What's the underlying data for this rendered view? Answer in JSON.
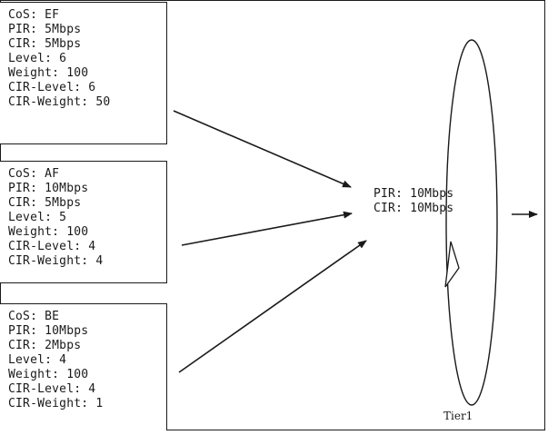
{
  "queues": [
    {
      "lines": [
        "CoS: EF",
        "PIR: 5Mbps",
        "CIR: 5Mbps",
        "Level: 6",
        "Weight: 100",
        "CIR-Level: 6",
        "CIR-Weight: 50"
      ]
    },
    {
      "lines": [
        "CoS: AF",
        "PIR: 10Mbps",
        "CIR: 5Mbps",
        "Level: 5",
        "Weight: 100",
        "CIR-Level: 4",
        "CIR-Weight: 4"
      ]
    },
    {
      "lines": [
        "CoS: BE",
        "PIR: 10Mbps",
        "CIR: 2Mbps",
        "Level: 4",
        "Weight: 100",
        "CIR-Level: 4",
        "CIR-Weight: 1"
      ]
    }
  ],
  "tier": {
    "pir": "PIR: 10Mbps",
    "cir": "CIR: 10Mbps",
    "label": "Tier1"
  },
  "colors": {
    "stroke": "#1a1a1a",
    "background": "#ffffff"
  }
}
